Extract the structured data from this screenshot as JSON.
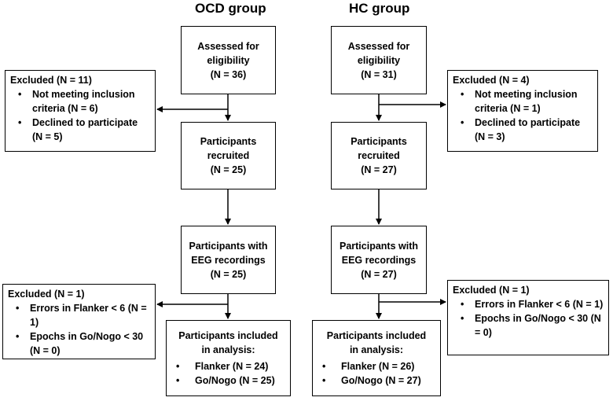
{
  "ocd": {
    "title": "OCD group",
    "assessed": [
      "Assessed for",
      "eligibility",
      "(N = 36)"
    ],
    "recruited": [
      "Participants",
      "recruited",
      "(N = 25)"
    ],
    "eeg": [
      "Participants with",
      "EEG recordings",
      "(N = 25)"
    ],
    "included_title": [
      "Participants included",
      "in analysis:"
    ],
    "included_items": [
      "Flanker (N = 24)",
      "Go/Nogo (N = 25)"
    ],
    "excluded1_title": "Excluded (N = 11)",
    "excluded1_items": [
      "Not meeting inclusion criteria (N = 6)",
      "Declined to participate (N = 5)"
    ],
    "excluded2_title": "Excluded (N = 1)",
    "excluded2_items": [
      "Errors in Flanker < 6 (N = 1)",
      "Epochs in Go/Nogo < 30 (N = 0)"
    ]
  },
  "hc": {
    "title": "HC group",
    "assessed": [
      "Assessed for",
      "eligibility",
      "(N = 31)"
    ],
    "recruited": [
      "Participants",
      "recruited",
      "(N = 27)"
    ],
    "eeg": [
      "Participants with",
      "EEG recordings",
      "(N = 27)"
    ],
    "included_title": [
      "Participants included",
      "in analysis:"
    ],
    "included_items": [
      "Flanker (N = 26)",
      "Go/Nogo (N = 27)"
    ],
    "excluded1_title": "Excluded (N = 4)",
    "excluded1_items": [
      "Not meeting inclusion criteria (N = 1)",
      "Declined to participate (N = 3)"
    ],
    "excluded2_title": "Excluded (N = 1)",
    "excluded2_items": [
      "Errors in Flanker < 6 (N = 1)",
      "Epochs in Go/Nogo < 30 (N = 0)"
    ]
  }
}
